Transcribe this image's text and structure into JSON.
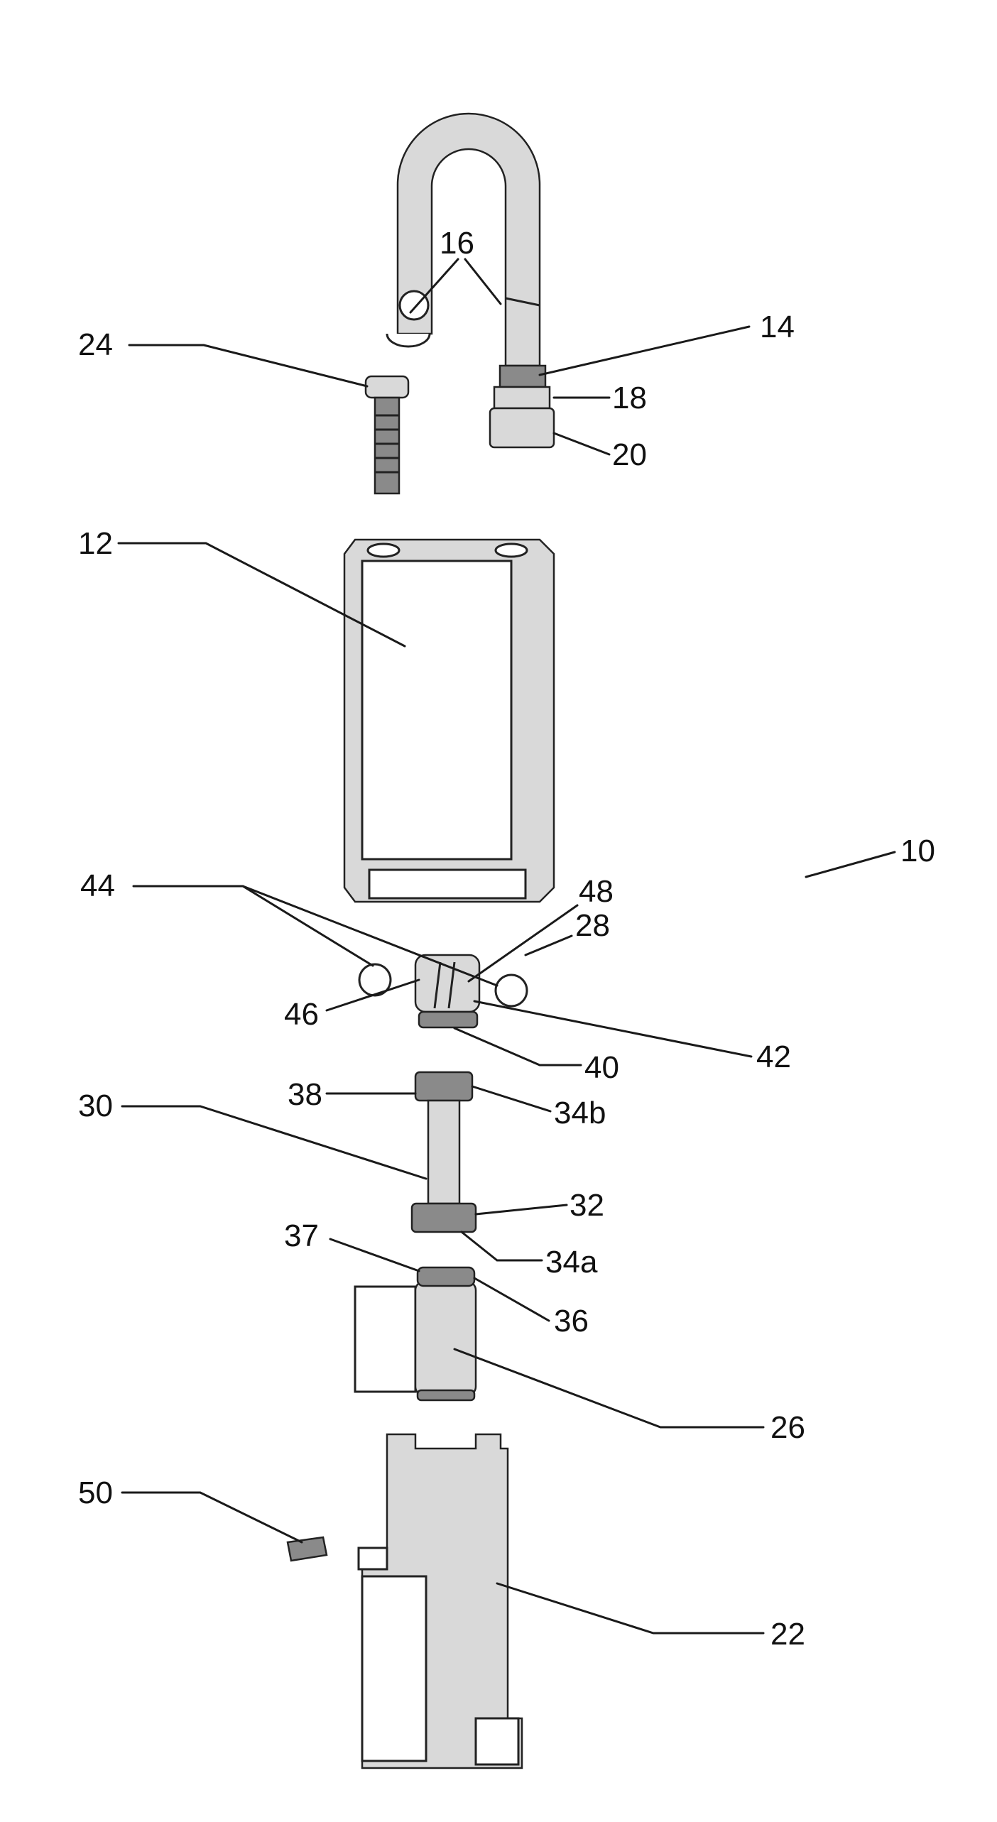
{
  "figure": {
    "labels": {
      "l10": "10",
      "l12": "12",
      "l14": "14",
      "l16": "16",
      "l18": "18",
      "l20": "20",
      "l22": "22",
      "l24": "24",
      "l26": "26",
      "l28": "28",
      "l30": "30",
      "l32": "32",
      "l34a": "34a",
      "l34b": "34b",
      "l36": "36",
      "l37": "37",
      "l38": "38",
      "l40": "40",
      "l42": "42",
      "l44": "44",
      "l46": "46",
      "l48": "48",
      "l50": "50"
    }
  }
}
